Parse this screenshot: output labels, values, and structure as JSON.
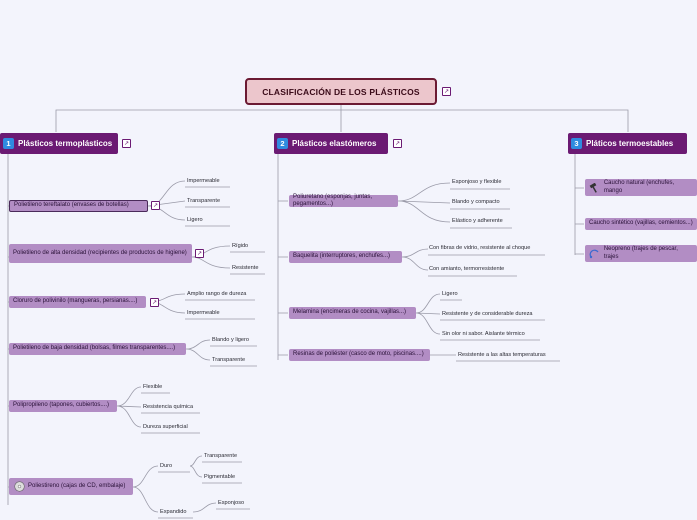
{
  "root": {
    "title": "CLASIFICACIÓN DE LOS PLÁSTICOS"
  },
  "branches": [
    {
      "num": "1",
      "label": "Plásticos termoplásticos"
    },
    {
      "num": "2",
      "label": "Plásticos elastómeros"
    },
    {
      "num": "3",
      "label": "Pláticos termoestables"
    }
  ],
  "termoplasticos": [
    {
      "label": "Polietileno tereftalato (envases de botellas)",
      "leaves": [
        "Impermeable",
        "Transparente",
        "Ligero"
      ]
    },
    {
      "label": "Polietileno de alta densidad (recipientes de productos de higiene)",
      "leaves": [
        "Rígido",
        "Resistente"
      ]
    },
    {
      "label": "Cloruro de polivinilo (mangueras, persianas....)",
      "leaves": [
        "Amplio rango de dureza",
        "Impermeable"
      ]
    },
    {
      "label": "Polietileno de baja densidad (bolsas, filmes transparentes....)",
      "leaves": [
        "Blando y ligero",
        "Transparente"
      ]
    },
    {
      "label": "Polipropileno (tapones, cubiertos....)",
      "leaves": [
        "Flexible",
        "Resistencia química",
        "Dureza superficial"
      ]
    },
    {
      "label": "Poliestireno (cajas de CD, embalaje)",
      "leaves": [
        "Duro",
        "Expandido"
      ],
      "duro": [
        "Transparente",
        "Pigmentable"
      ],
      "expandido": [
        "Esponjoso"
      ]
    }
  ],
  "elastomeros": [
    {
      "label": "Poliuretano (esponjas, juntas, pegamentos...)",
      "leaves": [
        "Esponjoso y flexible",
        "Blando y compacto",
        "Elástico y adherente"
      ]
    },
    {
      "label": "Baquelita (interruptores, enchufes...)",
      "leaves": [
        "Con fibras de vidrio, resistente al choque",
        "Con amianto, termorresistente"
      ]
    },
    {
      "label": "Melamina (encimeras de cocina, vajillas...)",
      "leaves": [
        "Ligero",
        "Resistente y de considerable dureza",
        "Sin olor ni sabor. Aislante térmico"
      ]
    },
    {
      "label": "Resinas de poliéster (casco de moto, piscinas....)",
      "leaves": [
        "Resistente a las altas temperaturas"
      ]
    }
  ],
  "termoestables": [
    {
      "label": "Caucho natural (enchufes, mango"
    },
    {
      "label": "Caucho sintético (vajillas, cemientos...)"
    },
    {
      "label": "Neopreno (trajes de pescar, trajes"
    }
  ],
  "icons": {
    "link": "external-link-icon",
    "tire": "tire-icon",
    "disc": "disc-icon",
    "hammer": "hammer-icon",
    "band": "headband-icon"
  }
}
